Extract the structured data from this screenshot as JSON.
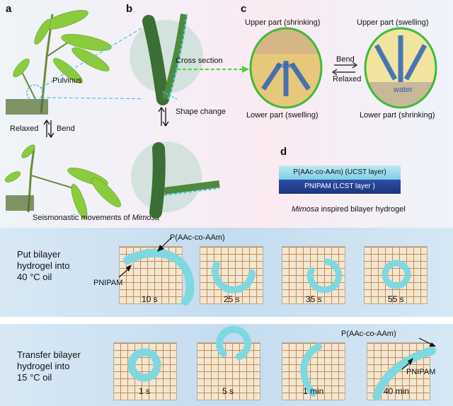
{
  "panels": {
    "a": "a",
    "b": "b",
    "c": "c",
    "d": "d"
  },
  "panel_a": {
    "pulvinus": "Pulvinus",
    "relaxed": "Relaxed",
    "bend": "Bend",
    "caption_prefix": "Seismonastic movements of ",
    "caption_species": "Mimosa"
  },
  "panel_b": {
    "cross_section": "Cross section",
    "shape_change": "Shape change"
  },
  "panel_c": {
    "left_upper": "Upper part (shrinking)",
    "left_lower": "Lower part (swelling)",
    "left_water": "water",
    "right_upper": "Upper part (swelling)",
    "right_lower": "Lower part (shrinking)",
    "right_water": "water",
    "bend": "Bend",
    "relaxed": "Relaxed"
  },
  "panel_d": {
    "upper_layer": "P(AAc-co-AAm) (UCST layer)",
    "lower_layer": "PNIPAM (LCST layer )",
    "caption_species": "Mimosa",
    "caption_rest": " inspired bilayer hydrogel"
  },
  "row1": {
    "text_lines": [
      "Put bilayer",
      "hydrogel into",
      "40 °C oil"
    ],
    "label_top": "P(AAc-co-AAm)",
    "label_pnipam": "PNIPAM",
    "times": [
      "10 s",
      "25 s",
      "35 s",
      "55 s"
    ]
  },
  "row2": {
    "text_lines": [
      "Transfer bilayer",
      "hydrogel  into",
      "15 °C oil"
    ],
    "label_top": "P(AAc-co-AAm)",
    "label_pnipam": "PNIPAM",
    "times": [
      "1 s",
      "5 s",
      "1 min",
      "40 min"
    ]
  },
  "colors": {
    "gel": "#7fd8e0",
    "dashed_line": "#44c6e0",
    "leaf": "#7ec43a",
    "wood": "#b28a5c"
  }
}
